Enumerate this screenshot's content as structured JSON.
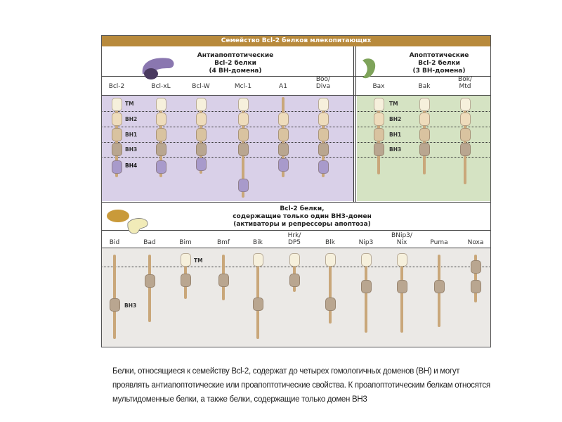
{
  "header": "Семейство Bcl-2 белков млекопитающих",
  "anti": {
    "title": [
      "Антиапоптотические",
      "Bcl-2 белки",
      "(4 ВН-домена)"
    ],
    "proteins": [
      {
        "name": [
          "Bcl-2"
        ],
        "domains": [
          "TM",
          "BH2",
          "BH1",
          "BH3",
          "BH4"
        ]
      },
      {
        "name": [
          "Bcl-xL"
        ],
        "domains": [
          "TM",
          "BH2",
          "BH1",
          "BH3",
          "BH4"
        ]
      },
      {
        "name": [
          "Bcl-W"
        ],
        "domains": [
          "TM",
          "BH2",
          "BH1",
          "BH3",
          "BH4"
        ]
      },
      {
        "name": [
          "Mcl-1"
        ],
        "domains": [
          "TM",
          "BH2",
          "BH1",
          "BH3",
          "BH4"
        ]
      },
      {
        "name": [
          "A1"
        ],
        "domains": [
          "BH2",
          "BH1",
          "BH3",
          "BH4"
        ]
      },
      {
        "name": [
          "Boo/",
          "Diva"
        ],
        "domains": [
          "TM",
          "BH2",
          "BH1",
          "BH3",
          "BH4"
        ]
      }
    ]
  },
  "pro": {
    "title": [
      "Апоптотические",
      "Bcl-2 белки",
      "(3 ВН-домена)"
    ],
    "proteins": [
      {
        "name": [
          "Bax"
        ],
        "domains": [
          "TM",
          "BH2",
          "BH1",
          "BH3"
        ]
      },
      {
        "name": [
          "Bak"
        ],
        "domains": [
          "TM",
          "BH2",
          "BH1",
          "BH3"
        ]
      },
      {
        "name": [
          "Bok/",
          "Mtd"
        ],
        "domains": [
          "TM",
          "BH2",
          "BH1",
          "BH3"
        ]
      }
    ]
  },
  "domain_labels": {
    "TM": "TM",
    "BH2": "BH2",
    "BH1": "BH1",
    "BH3": "BH3",
    "BH4": "BH4"
  },
  "bh3only": {
    "title": [
      "Bcl-2 белки,",
      "содержащие только один ВН3-домен",
      "(активаторы и репрессоры апоптоза)"
    ],
    "proteins": [
      {
        "name": [
          "Bid"
        ],
        "domains": [
          "BH3"
        ]
      },
      {
        "name": [
          "Bad"
        ],
        "domains": [
          "BH3"
        ]
      },
      {
        "name": [
          "Bim"
        ],
        "domains": [
          "TM",
          "BH3"
        ]
      },
      {
        "name": [
          "Bmf"
        ],
        "domains": [
          "BH3"
        ]
      },
      {
        "name": [
          "Bik"
        ],
        "domains": [
          "TM",
          "BH3"
        ]
      },
      {
        "name": [
          "Hrk/",
          "DP5"
        ],
        "domains": [
          "TM",
          "BH3"
        ]
      },
      {
        "name": [
          "Blk"
        ],
        "domains": [
          "TM",
          "BH3"
        ]
      },
      {
        "name": [
          "Nip3"
        ],
        "domains": [
          "TM",
          "BH3"
        ]
      },
      {
        "name": [
          "BNip3/",
          "Nix"
        ],
        "domains": [
          "TM",
          "BH3"
        ]
      },
      {
        "name": [
          "Puma"
        ],
        "domains": [
          "BH3"
        ]
      },
      {
        "name": [
          "Noxa"
        ],
        "domains": [
          "BH3",
          "BH3"
        ]
      }
    ]
  },
  "colors": {
    "TM": "#f6f0dc",
    "BH2": "#eedcbc",
    "BH1": "#d9c3a0",
    "BH3": "#b9a690",
    "BH4": "#a89acb",
    "anti_bg": "#d9d0e8",
    "pro_bg": "#d5e3c3",
    "bh3_bg": "#ebe9e6",
    "header": "#b88a3c"
  },
  "caption": "Белки, относящиеся к семейству Bcl-2, содержат до четырех гомологичных доменов (ВН) и могут проявлять антиапоптотические или проапоптотические свойства. К проапоптотическим белкам относятся мультидоменные белки, а также белки, содержащие только домен ВН3"
}
